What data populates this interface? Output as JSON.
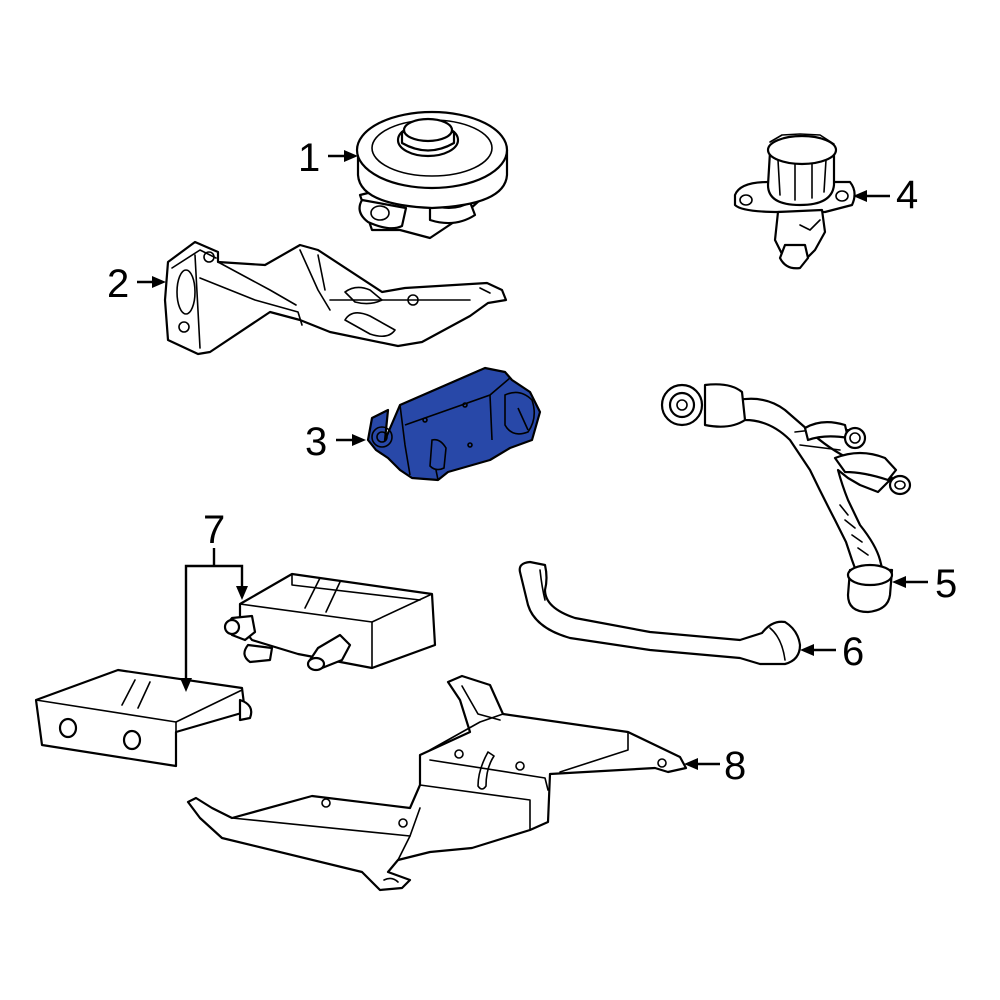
{
  "highlight_color": "#2848a8",
  "callouts": [
    {
      "id": "1",
      "label": "1"
    },
    {
      "id": "2",
      "label": "2"
    },
    {
      "id": "3",
      "label": "3"
    },
    {
      "id": "4",
      "label": "4"
    },
    {
      "id": "5",
      "label": "5"
    },
    {
      "id": "6",
      "label": "6"
    },
    {
      "id": "7",
      "label": "7"
    },
    {
      "id": "8",
      "label": "8"
    }
  ],
  "highlighted_part": "3"
}
